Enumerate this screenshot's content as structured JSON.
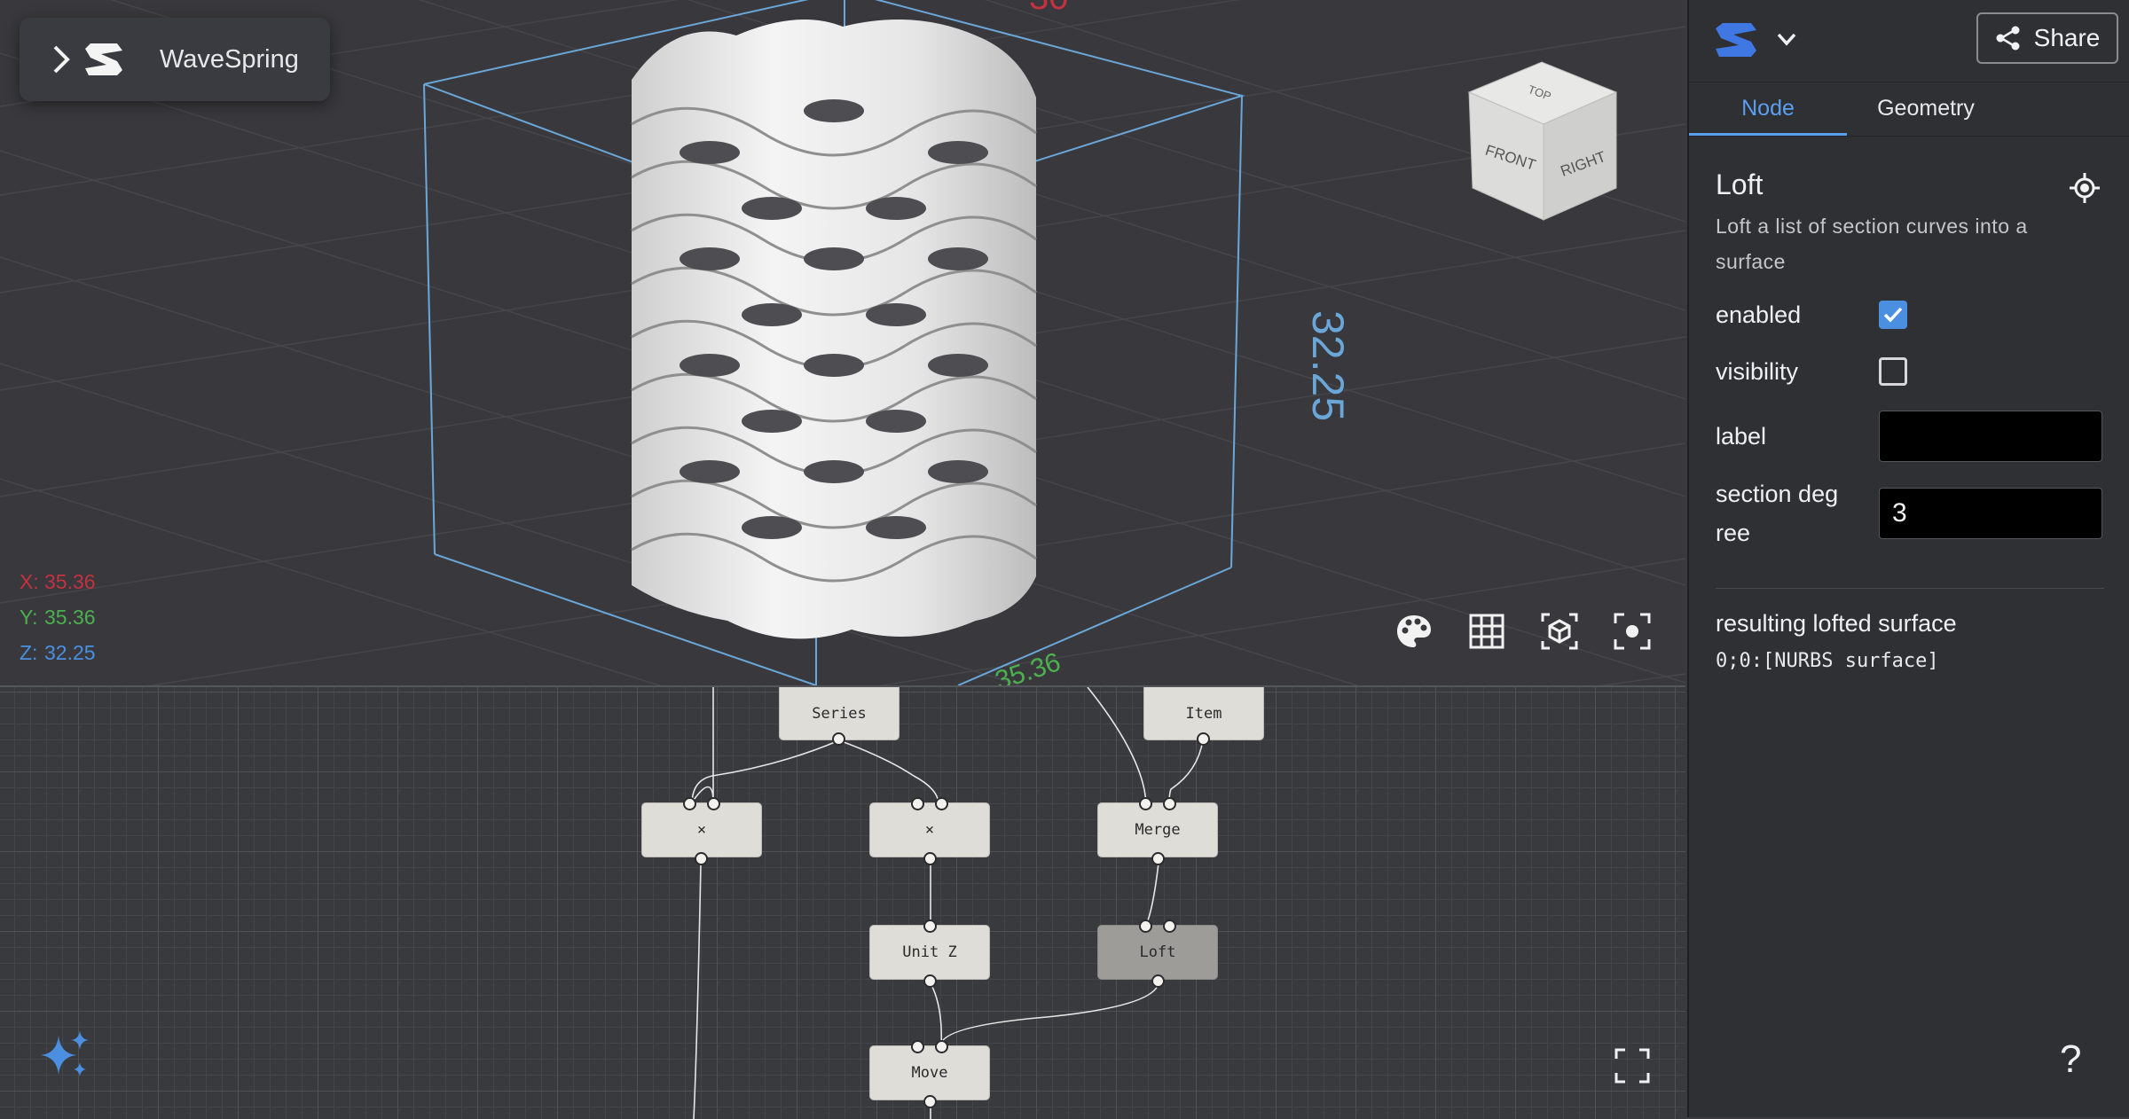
{
  "app": {
    "title": "WaveSpring"
  },
  "viewport": {
    "coords": {
      "x_label": "X:",
      "x": "35.36",
      "y_label": "Y:",
      "y": "35.36",
      "z_label": "Z:",
      "z": "32.25"
    },
    "height_dimension": "32.25",
    "view_cube": {
      "top": "TOP",
      "front": "FRONT",
      "right": "RIGHT"
    },
    "tools": [
      "palette-icon",
      "grid-icon",
      "bounding-box-icon",
      "focus-icon"
    ]
  },
  "graph": {
    "nodes": [
      {
        "id": "series",
        "label": "Series"
      },
      {
        "id": "item",
        "label": "Item"
      },
      {
        "id": "mul1",
        "label": "×"
      },
      {
        "id": "mul2",
        "label": "×"
      },
      {
        "id": "merge",
        "label": "Merge"
      },
      {
        "id": "unitz",
        "label": "Unit Z"
      },
      {
        "id": "loft",
        "label": "Loft"
      },
      {
        "id": "move",
        "label": "Move"
      }
    ]
  },
  "panel": {
    "share_label": "Share",
    "tabs": [
      {
        "label": "Node",
        "active": true
      },
      {
        "label": "Geometry",
        "active": false
      }
    ],
    "node": {
      "title": "Loft",
      "description": "Loft a list of section curves into a surface",
      "props": {
        "enabled_label": "enabled",
        "enabled": true,
        "visibility_label": "visibility",
        "visibility": false,
        "label_label": "label",
        "label_value": "",
        "section_degree_label": "section deg ree",
        "section_degree": "3"
      },
      "output_label": "resulting lofted surface",
      "output_value": "0;0:[NURBS surface]"
    },
    "help": "?"
  },
  "colors": {
    "accent": "#4a8fe0",
    "bbox": "#6aa7d8",
    "x_axis": "#c2323f",
    "y_axis": "#4cb04f",
    "z_axis": "#4a8fe0"
  }
}
